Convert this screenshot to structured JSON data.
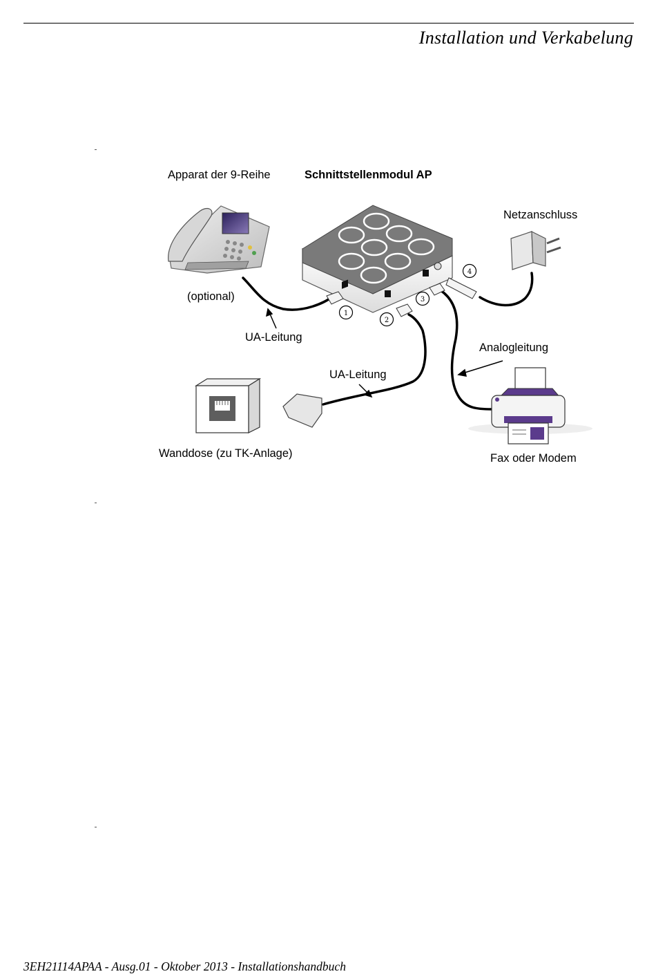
{
  "header": {
    "title": "Installation und Verkabelung"
  },
  "footer": {
    "text": "3EH21114APAA - Ausg.01 - Oktober 2013 - Installationshandbuch"
  },
  "diagram": {
    "labels": {
      "phone": "Apparat der 9-Reihe",
      "module": "Schnittstellenmodul AP",
      "power": "Netzanschluss",
      "optional": "(optional)",
      "ua_cable_phone": "UA-Leitung",
      "ua_cable_wall": "UA-Leitung",
      "analog_cable": "Analogleitung",
      "wall_socket": "Wanddose (zu TK-Anlage)",
      "fax": "Fax oder Modem"
    },
    "ports": [
      "1",
      "2",
      "3",
      "4"
    ],
    "colors": {
      "printer_accent": "#5b3b8c",
      "module_top": "#7a7a7a",
      "cable": "#000000"
    }
  }
}
